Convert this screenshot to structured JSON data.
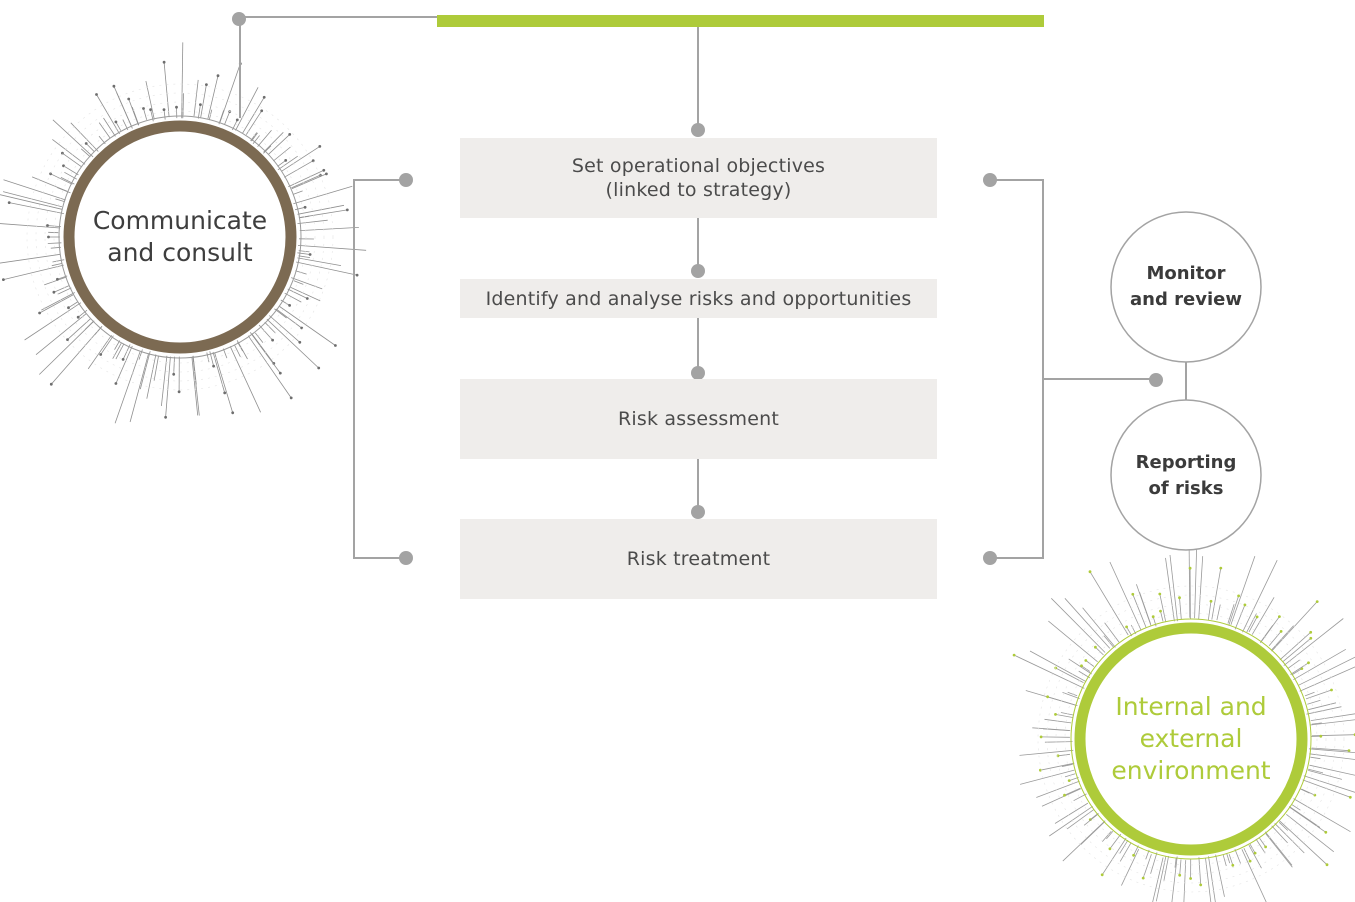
{
  "steps": {
    "objectives": {
      "line1": "Set operational objectives",
      "line2": "(linked to strategy)"
    },
    "identify": "Identify and analyse risks and opportunities",
    "assessment": "Risk assessment",
    "treatment": "Risk treatment"
  },
  "communicate": {
    "line1": "Communicate",
    "line2": "and consult"
  },
  "monitor": {
    "line1": "Monitor",
    "line2": "and review"
  },
  "reporting": {
    "line1": "Reporting",
    "line2": "of risks"
  },
  "environment": {
    "line1": "Internal and",
    "line2": "external",
    "line3": "environment"
  },
  "colors": {
    "accent_green": "#aecb3a",
    "brown": "#7c6a52",
    "connector": "#a3a3a3",
    "box_fill": "#efedeb",
    "text": "#4b4b4b"
  }
}
